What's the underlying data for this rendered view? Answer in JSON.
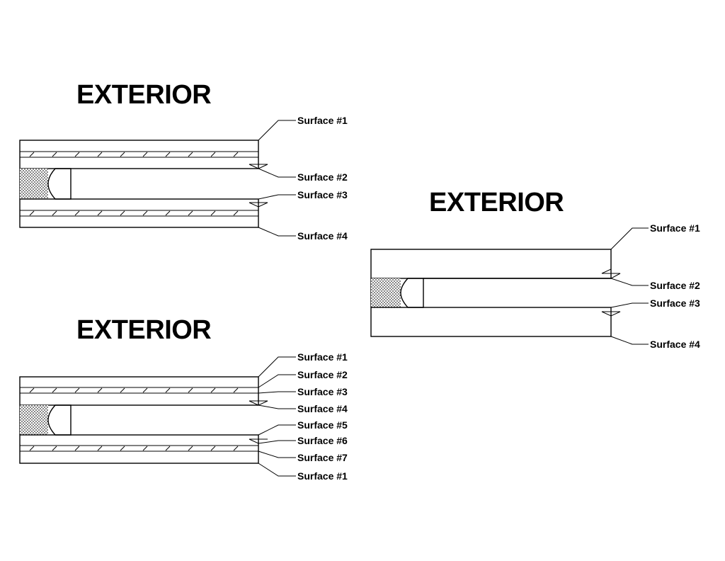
{
  "diagram_a": {
    "title": "EXTERIOR",
    "labels": [
      "Surface #1",
      "Surface #2",
      "Surface #3",
      "Surface #4"
    ]
  },
  "diagram_b": {
    "title": "EXTERIOR",
    "labels": [
      "Surface #1",
      "Surface #2",
      "Surface #3",
      "Surface #4"
    ]
  },
  "diagram_c": {
    "title": "EXTERIOR",
    "labels": [
      "Surface #1",
      "Surface #2",
      "Surface #3",
      "Surface #4",
      "Surface #5",
      "Surface #6",
      "Surface #7",
      "Surface #1"
    ]
  }
}
